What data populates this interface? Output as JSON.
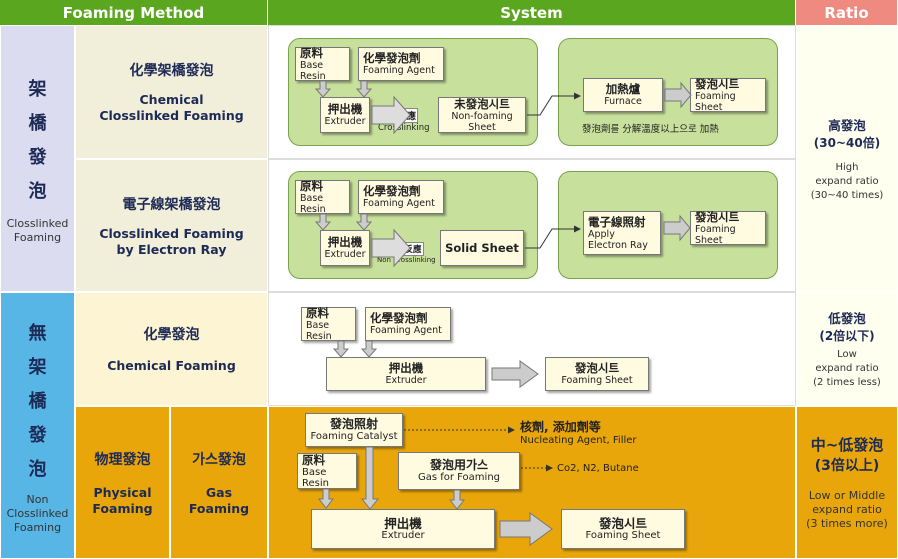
{
  "header": {
    "method": "Foaming Method",
    "system": "System",
    "ratio": "Ratio"
  },
  "groups": [
    {
      "chars": [
        "架",
        "橋",
        "發",
        "泡"
      ],
      "en1": "Closslinked",
      "en2": "Foaming"
    },
    {
      "chars": [
        "無",
        "架",
        "橋",
        "發",
        "泡"
      ],
      "en1": "Non",
      "en2": "Closslinked",
      "en3": "Foaming"
    }
  ],
  "methods": {
    "chem_cross": {
      "ko": "化學架橋發泡",
      "en1": "Chemical",
      "en2": "Closslinked Foaming"
    },
    "elec_cross": {
      "ko": "電子線架橋發泡",
      "en1": "Closslinked Foaming",
      "en2": "by Electron Ray"
    },
    "chem": {
      "ko": "化學發泡",
      "en": "Chemical Foaming"
    },
    "physical": {
      "ko": "物理發泡",
      "en1": "Physical",
      "en2": "Foaming"
    },
    "gas": {
      "ko": "가스發泡",
      "en1": "Gas",
      "en2": "Foaming"
    }
  },
  "system": {
    "r1": {
      "base_ko": "原料",
      "base_en": "Base Resin",
      "agent_ko": "化學發泡劑",
      "agent_en": "Foaming Agent",
      "ext_ko": "押出機",
      "ext_en": "Extruder",
      "cross_ko": "架橋反應",
      "cross_en": "Crosslinking",
      "nonfoam_ko": "未發泡시트",
      "nonfoam_en": "Non-foaming Sheet",
      "furnace_ko": "加熱爐",
      "furnace_en": "Furnace",
      "sheet_ko": "發泡시트",
      "sheet_en": "Foaming Sheet",
      "note": "發泡劑를 分解溫度以上으로 加熱"
    },
    "r2": {
      "base_ko": "原料",
      "base_en": "Base Resin",
      "agent_ko": "化學發泡劑",
      "agent_en": "Foaming Agent",
      "ext_ko": "押出機",
      "ext_en": "Extruder",
      "cross_ko": "無架橋反應",
      "cross_en": "Non Crosslinking",
      "solid": "Solid Sheet",
      "apply_ko": "電子線照射",
      "apply_en1": "Apply",
      "apply_en2": "Electron Ray",
      "sheet_ko": "發泡시트",
      "sheet_en": "Foaming Sheet"
    },
    "r3": {
      "base_ko": "原料",
      "base_en": "Base Resin",
      "agent_ko": "化學發泡劑",
      "agent_en": "Foaming Agent",
      "ext_ko": "押出機",
      "ext_en": "Extruder",
      "sheet_ko": "發泡시트",
      "sheet_en": "Foaming Sheet"
    },
    "r4": {
      "cat_ko": "發泡照射",
      "cat_en": "Foaming Catalyst",
      "nuc_ko": "核劑, 添加劑等",
      "nuc_en": "Nucleating Agent, Filler",
      "base_ko": "原料",
      "base_en": "Base Resin",
      "gas_ko": "發泡用가스",
      "gas_en": "Gas for Foaming",
      "gas_list": "Co2, N2, Butane",
      "ext_ko": "押出機",
      "ext_en": "Extruder",
      "sheet_ko": "發泡시트",
      "sheet_en": "Foaming Sheet"
    }
  },
  "ratios": {
    "high": {
      "ko": "高發泡",
      "ko2": "(30~40倍)",
      "en1": "High",
      "en2": "expand ratio",
      "en3": "(30~40 times)"
    },
    "low": {
      "ko": "低發泡",
      "ko2": "(2倍以下)",
      "en1": "Low",
      "en2": "expand ratio",
      "en3": "(2 times less)"
    },
    "midlow": {
      "ko": "中~低發泡",
      "ko2": "(3倍以上)",
      "en1": "Low or Middle",
      "en2": "expand ratio",
      "en3": "(3 times more)"
    }
  },
  "colors": {
    "header_green": "#5aa61e",
    "header_ratio": "#ee8a80",
    "col1_top": "#dcdcf0",
    "col1_bot": "#57b6e6",
    "method_top": "#f1eeda",
    "method_mid": "#fcf4d2",
    "orange": "#e8a60a",
    "ratio_bg": "#fffff0",
    "green_box": "#c7e09b"
  }
}
